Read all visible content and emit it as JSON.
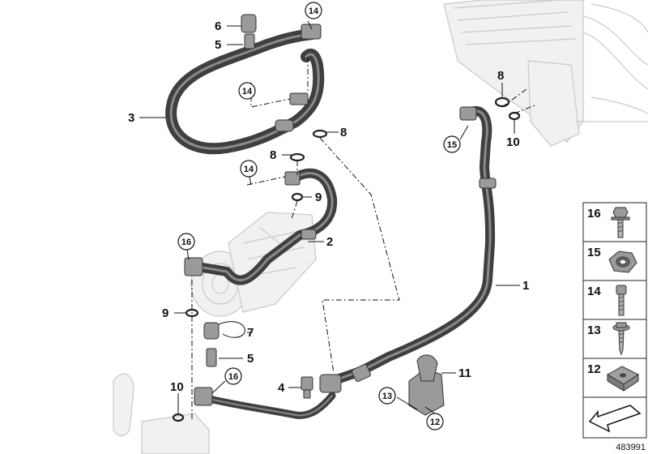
{
  "diagram": {
    "callouts": [
      {
        "id": "c1",
        "label": "1"
      },
      {
        "id": "c2",
        "label": "2"
      },
      {
        "id": "c3",
        "label": "3"
      },
      {
        "id": "c4",
        "label": "4"
      },
      {
        "id": "c5a",
        "label": "5"
      },
      {
        "id": "c5b",
        "label": "5"
      },
      {
        "id": "c6",
        "label": "6"
      },
      {
        "id": "c7",
        "label": "7"
      },
      {
        "id": "c8a",
        "label": "8"
      },
      {
        "id": "c8b",
        "label": "8"
      },
      {
        "id": "c8c",
        "label": "8"
      },
      {
        "id": "c9a",
        "label": "9"
      },
      {
        "id": "c9b",
        "label": "9"
      },
      {
        "id": "c10a",
        "label": "10"
      },
      {
        "id": "c10b",
        "label": "10"
      },
      {
        "id": "c11",
        "label": "11"
      }
    ],
    "circled_callouts": [
      {
        "id": "cc12",
        "label": "12"
      },
      {
        "id": "cc13",
        "label": "13"
      },
      {
        "id": "cc14a",
        "label": "14"
      },
      {
        "id": "cc14b",
        "label": "14"
      },
      {
        "id": "cc14c",
        "label": "14"
      },
      {
        "id": "cc15",
        "label": "15"
      },
      {
        "id": "cc16a",
        "label": "16"
      },
      {
        "id": "cc16b",
        "label": "16"
      }
    ],
    "parts_key": [
      {
        "label": "16",
        "icon": "hex-flange-bolt-icon"
      },
      {
        "label": "15",
        "icon": "hex-nut-icon"
      },
      {
        "label": "14",
        "icon": "socket-head-screw-icon"
      },
      {
        "label": "13",
        "icon": "flange-screw-icon"
      },
      {
        "label": "12",
        "icon": "clip-nut-icon"
      },
      {
        "label": "",
        "icon": "arrow-icon"
      }
    ],
    "reference_number": "483991",
    "colors": {
      "hose": "#3f3f3f",
      "hose_highlight": "#8a8a8a",
      "ghost_parts": "#c9c9c9",
      "text": "#111111"
    }
  }
}
